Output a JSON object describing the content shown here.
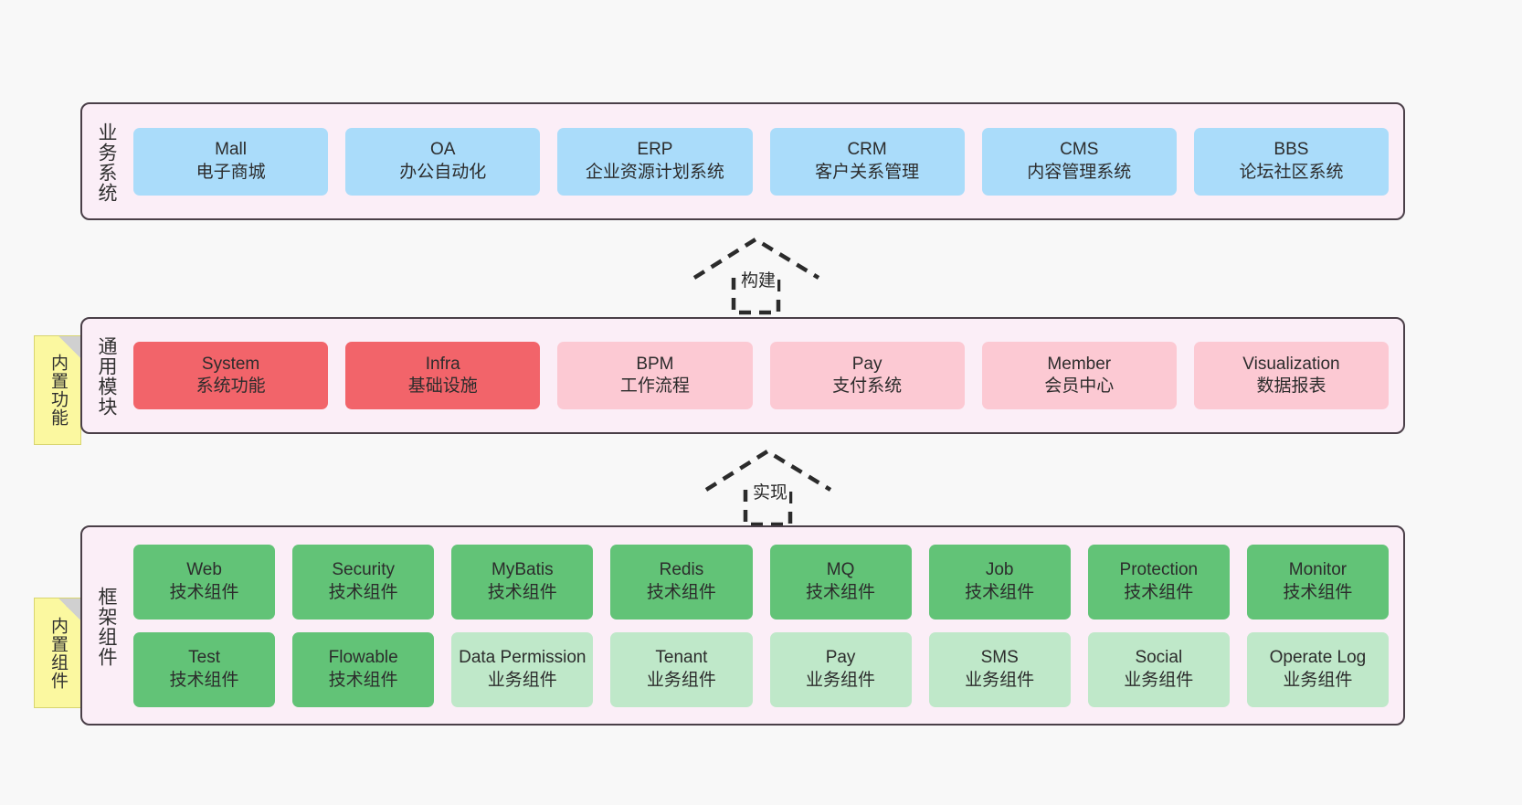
{
  "diagram": {
    "background_color": "#f8f8f8",
    "layer_fill": "#fbeef7",
    "layer_border": "#4a3f48"
  },
  "layers": {
    "business": {
      "title": "业务系统",
      "color": "#aadcfa",
      "cards": [
        {
          "name": "Mall",
          "sub": "电子商城"
        },
        {
          "name": "OA",
          "sub": "办公自动化"
        },
        {
          "name": "ERP",
          "sub": "企业资源计划系统"
        },
        {
          "name": "CRM",
          "sub": "客户关系管理"
        },
        {
          "name": "CMS",
          "sub": "内容管理系统"
        },
        {
          "name": "BBS",
          "sub": "论坛社区系统"
        }
      ]
    },
    "common": {
      "title": "通用模块",
      "note": "内置功能",
      "note_color": "#fbf8a0",
      "colors": {
        "strong": "#f2646a",
        "soft": "#fcc9d3"
      },
      "cards": [
        {
          "name": "System",
          "sub": "系统功能",
          "tone": "strong"
        },
        {
          "name": "Infra",
          "sub": "基础设施",
          "tone": "strong"
        },
        {
          "name": "BPM",
          "sub": "工作流程",
          "tone": "soft"
        },
        {
          "name": "Pay",
          "sub": "支付系统",
          "tone": "soft"
        },
        {
          "name": "Member",
          "sub": "会员中心",
          "tone": "soft"
        },
        {
          "name": "Visualization",
          "sub": "数据报表",
          "tone": "soft"
        }
      ]
    },
    "framework": {
      "title": "框架组件",
      "note": "内置组件",
      "note_color": "#fbf8a0",
      "colors": {
        "tech": "#62c377",
        "biz": "#bfe8c9"
      },
      "row1": [
        {
          "name": "Web",
          "sub": "技术组件",
          "tone": "tech"
        },
        {
          "name": "Security",
          "sub": "技术组件",
          "tone": "tech"
        },
        {
          "name": "MyBatis",
          "sub": "技术组件",
          "tone": "tech"
        },
        {
          "name": "Redis",
          "sub": "技术组件",
          "tone": "tech"
        },
        {
          "name": "MQ",
          "sub": "技术组件",
          "tone": "tech"
        },
        {
          "name": "Job",
          "sub": "技术组件",
          "tone": "tech"
        },
        {
          "name": "Protection",
          "sub": "技术组件",
          "tone": "tech"
        },
        {
          "name": "Monitor",
          "sub": "技术组件",
          "tone": "tech"
        }
      ],
      "row2": [
        {
          "name": "Test",
          "sub": "技术组件",
          "tone": "tech"
        },
        {
          "name": "Flowable",
          "sub": "技术组件",
          "tone": "tech"
        },
        {
          "name": "Data Permission",
          "sub": "业务组件",
          "tone": "biz"
        },
        {
          "name": "Tenant",
          "sub": "业务组件",
          "tone": "biz"
        },
        {
          "name": "Pay",
          "sub": "业务组件",
          "tone": "biz"
        },
        {
          "name": "SMS",
          "sub": "业务组件",
          "tone": "biz"
        },
        {
          "name": "Social",
          "sub": "业务组件",
          "tone": "biz"
        },
        {
          "name": "Operate Log",
          "sub": "业务组件",
          "tone": "biz"
        }
      ]
    }
  },
  "arrows": [
    {
      "id": "build",
      "label": "构建",
      "style": "dashed-hollow-triangle",
      "direction": "up"
    },
    {
      "id": "impl",
      "label": "实现",
      "style": "dashed-hollow-triangle",
      "direction": "up"
    }
  ]
}
